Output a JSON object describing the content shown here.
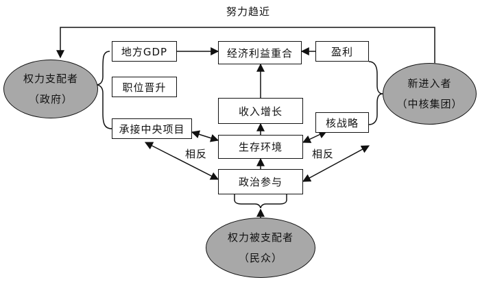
{
  "top_arrow_label": "努力趋近",
  "government": {
    "name": "权力支配者",
    "sub": "（政府）"
  },
  "newcomer": {
    "name": "新进入者",
    "sub": "（中核集团）"
  },
  "citizens": {
    "name": "权力被支配者",
    "sub": "（民众）"
  },
  "government_goals": {
    "gdp": "地方GDP",
    "promotion": "职位晋升",
    "central_project": "承接中央项目"
  },
  "newcomer_items": {
    "profit": "盈利",
    "strategy": "核战略"
  },
  "center": {
    "economic_interest": "经济利益重合",
    "income_growth": "收入增长",
    "living_environment": "生存环境",
    "political_participation": "政治参与"
  },
  "relation_left": "相反",
  "relation_right": "相反"
}
